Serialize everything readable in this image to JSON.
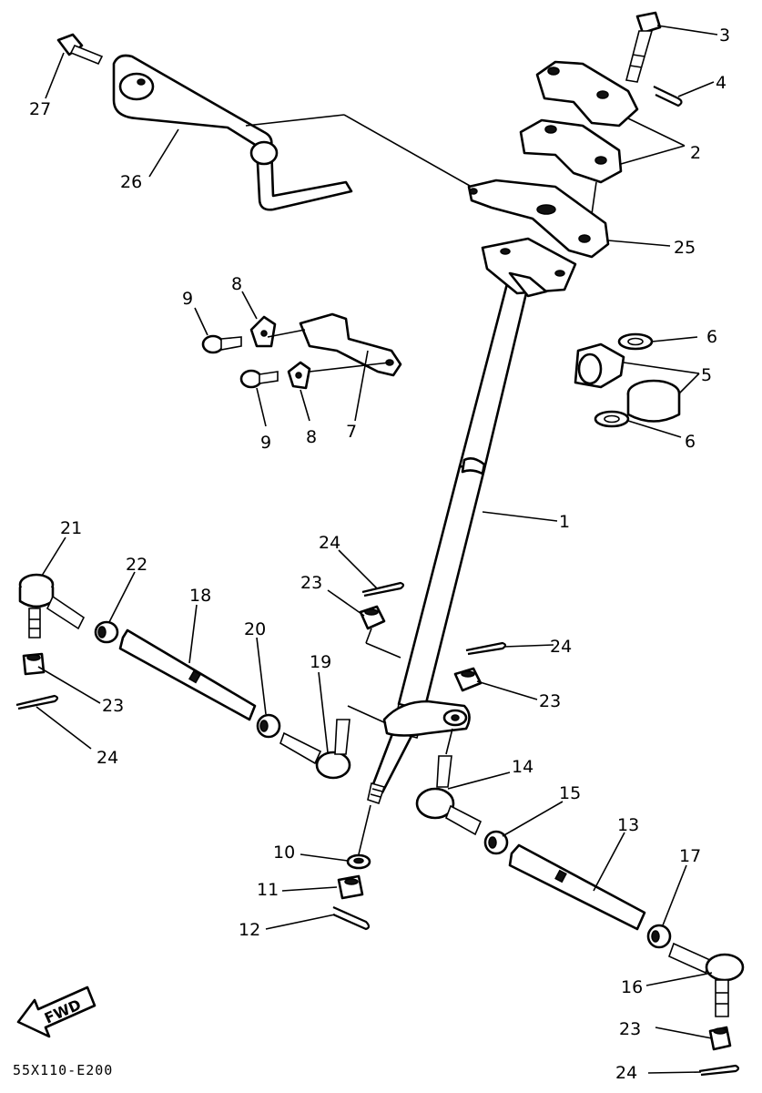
{
  "diagram": {
    "drawing_code": "55X110-E200",
    "direction_arrow": "FWD"
  },
  "callouts": [
    {
      "id": "c1",
      "label": "1"
    },
    {
      "id": "c2",
      "label": "2"
    },
    {
      "id": "c3",
      "label": "3"
    },
    {
      "id": "c4",
      "label": "4"
    },
    {
      "id": "c5",
      "label": "5"
    },
    {
      "id": "c6a",
      "label": "6"
    },
    {
      "id": "c6b",
      "label": "6"
    },
    {
      "id": "c7",
      "label": "7"
    },
    {
      "id": "c8a",
      "label": "8"
    },
    {
      "id": "c8b",
      "label": "8"
    },
    {
      "id": "c9a",
      "label": "9"
    },
    {
      "id": "c9b",
      "label": "9"
    },
    {
      "id": "c10",
      "label": "10"
    },
    {
      "id": "c11",
      "label": "11"
    },
    {
      "id": "c12",
      "label": "12"
    },
    {
      "id": "c13",
      "label": "13"
    },
    {
      "id": "c14",
      "label": "14"
    },
    {
      "id": "c15",
      "label": "15"
    },
    {
      "id": "c16",
      "label": "16"
    },
    {
      "id": "c17",
      "label": "17"
    },
    {
      "id": "c18",
      "label": "18"
    },
    {
      "id": "c19",
      "label": "19"
    },
    {
      "id": "c20",
      "label": "20"
    },
    {
      "id": "c21",
      "label": "21"
    },
    {
      "id": "c22",
      "label": "22"
    },
    {
      "id": "c23a",
      "label": "23"
    },
    {
      "id": "c23b",
      "label": "23"
    },
    {
      "id": "c23c",
      "label": "23"
    },
    {
      "id": "c23d",
      "label": "23"
    },
    {
      "id": "c24a",
      "label": "24"
    },
    {
      "id": "c24b",
      "label": "24"
    },
    {
      "id": "c24c",
      "label": "24"
    },
    {
      "id": "c24d",
      "label": "24"
    },
    {
      "id": "c25",
      "label": "25"
    },
    {
      "id": "c26",
      "label": "26"
    },
    {
      "id": "c27",
      "label": "27"
    }
  ]
}
